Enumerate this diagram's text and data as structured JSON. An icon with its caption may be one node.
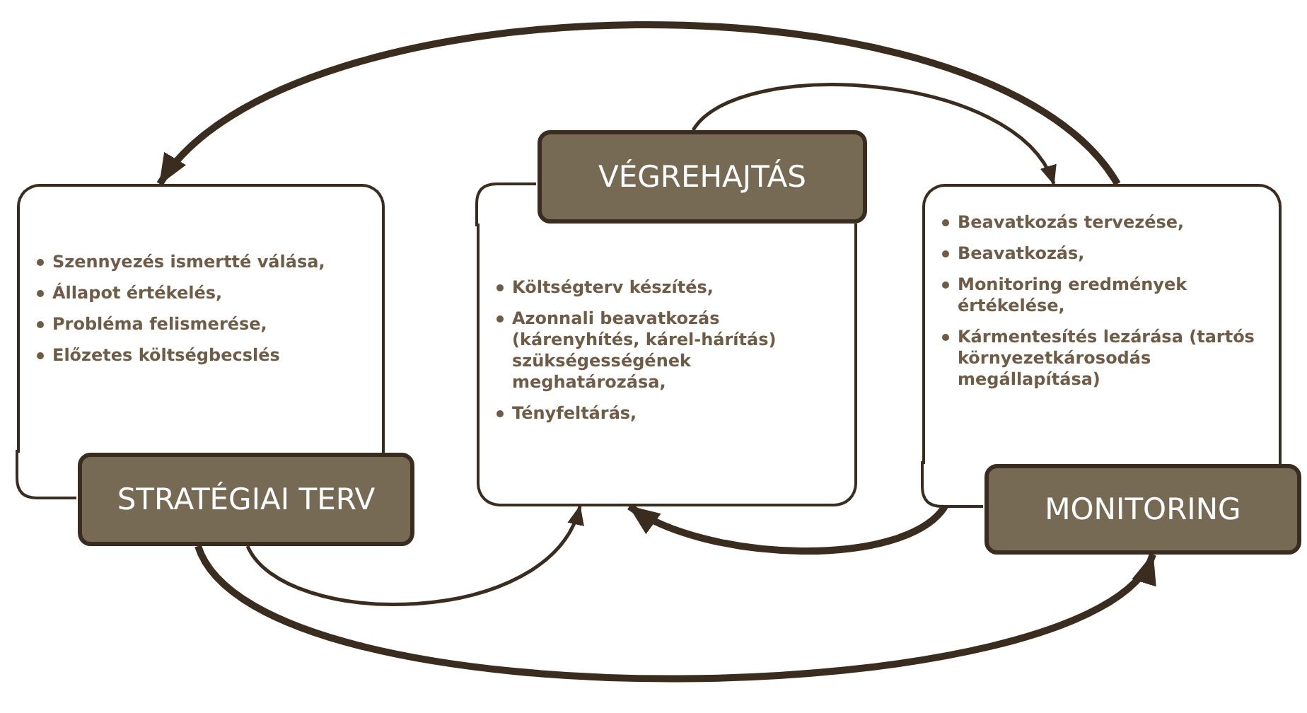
{
  "diagram": {
    "nodes": [
      {
        "text": [
          "Szennyezés ismertté válása,",
          "Állapot értékelés,",
          "Probléma felismerése,",
          "Előzetes költségbecslés"
        ]
      },
      {
        "text": [
          "STRATÉGIAI TERV"
        ]
      },
      {
        "text": [
          "Költségterv készítés,",
          "Azonnali beavatkozás (kárenyhítés, kárel-hárítás) szükségességének meghatározása,",
          "Tényfeltárás,"
        ]
      },
      {
        "text": [
          "VÉGREHAJTÁS"
        ]
      },
      {
        "text": [
          "Beavatkozás tervezése,",
          "Beavatkozás,",
          "Monitoring eredmények értékelése,",
          "Kármentesítés lezárása (tartós környezetkárosodás megállapítása)"
        ]
      },
      {
        "text": [
          "MONITORING"
        ]
      }
    ],
    "edges": [
      {
        "from": 4,
        "to": 0,
        "arrow": "to"
      },
      {
        "from": 3,
        "to": 4,
        "arrow": "to"
      },
      {
        "from": 1,
        "to": 2,
        "arrow": "to"
      },
      {
        "from": 4,
        "to": 2,
        "arrow": "to"
      },
      {
        "from": 1,
        "to": 5,
        "arrow": "to"
      }
    ]
  }
}
